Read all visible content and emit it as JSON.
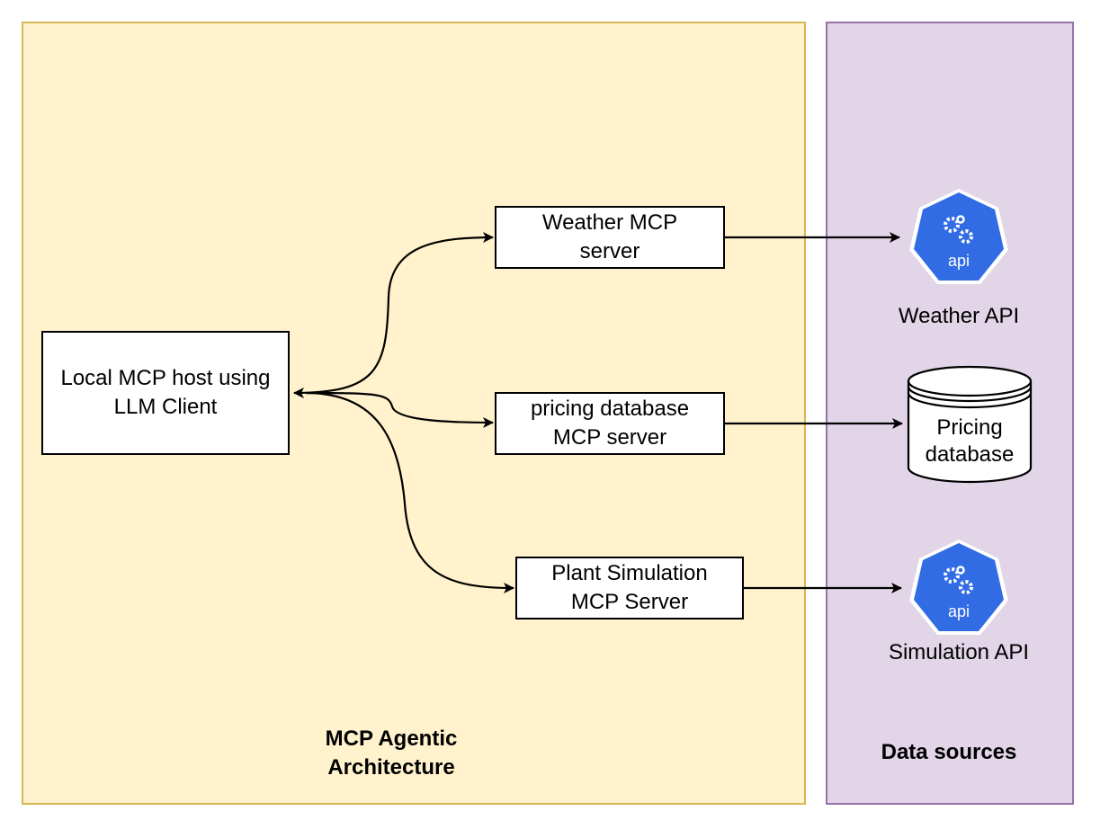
{
  "containers": {
    "architecture": {
      "label": "MCP Agentic\nArchitecture"
    },
    "data_sources": {
      "label": "Data sources"
    }
  },
  "nodes": {
    "host": {
      "label": "Local MCP host using\nLLM Client"
    },
    "weather_server": {
      "label": "Weather MCP\nserver"
    },
    "pricing_server": {
      "label": "pricing database\nMCP server"
    },
    "simulation_server": {
      "label": "Plant Simulation\nMCP Server"
    }
  },
  "data_sources": {
    "weather_api": {
      "label": "Weather API",
      "icon": "api-icon",
      "badge": "api"
    },
    "pricing_db": {
      "label": "Pricing\ndatabase",
      "icon": "database-icon"
    },
    "simulation_api": {
      "label": "Simulation API",
      "icon": "api-icon",
      "badge": "api"
    }
  },
  "colors": {
    "architecture_fill": "#fff2cc",
    "architecture_border": "#d6b656",
    "sources_fill": "#e1d5e7",
    "sources_border": "#9673a6",
    "api_icon": "#326ce5"
  }
}
